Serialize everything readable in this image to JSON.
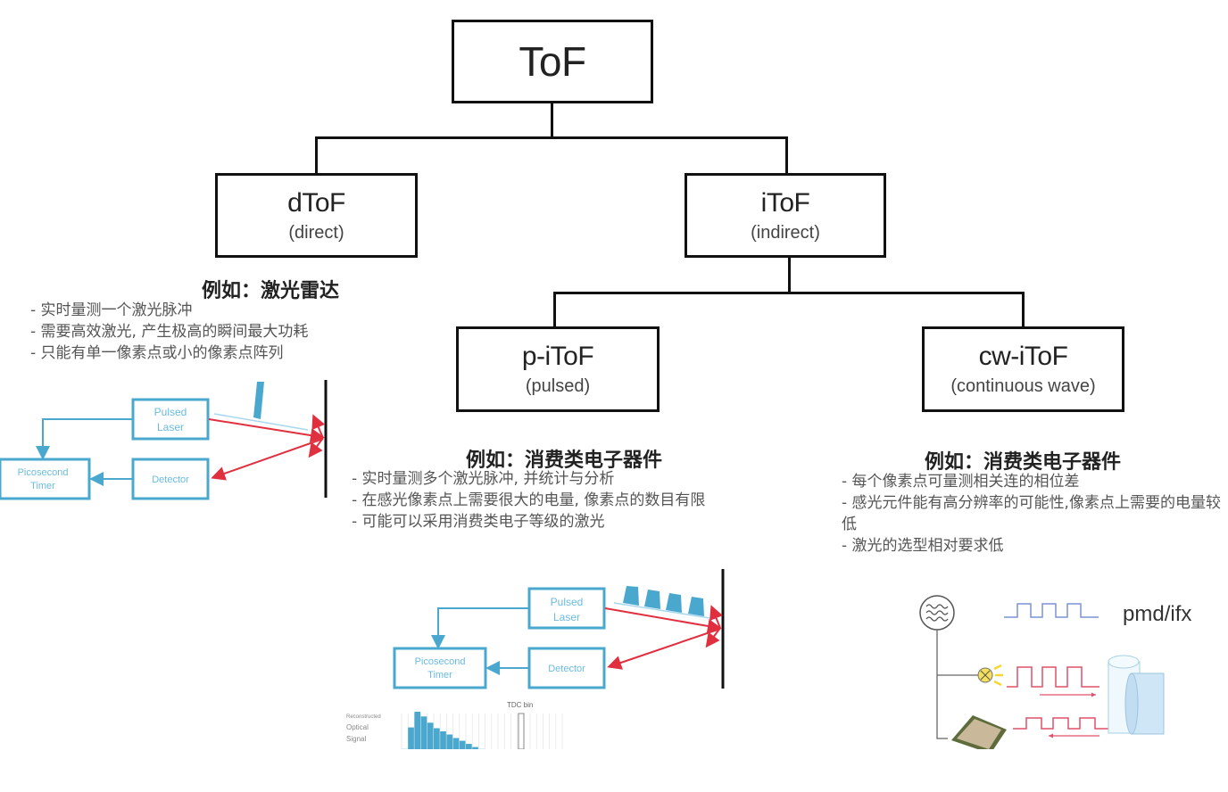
{
  "tree": {
    "root": {
      "title": "ToF"
    },
    "dtof": {
      "title": "dToF",
      "subtitle": "(direct)"
    },
    "itof": {
      "title": "iToF",
      "subtitle": "(indirect)"
    },
    "pitof": {
      "title": "p-iToF",
      "subtitle": "(pulsed)"
    },
    "cwitof": {
      "title": "cw-iToF",
      "subtitle": "(continuous wave)"
    }
  },
  "sections": {
    "dtof": {
      "example_title": "例如：激光雷达",
      "bullets": [
        "- 实时量测一个激光脉冲",
        "- 需要高效激光, 产生极高的瞬间最大功耗",
        "- 只能有单一像素点或小的像素点阵列"
      ]
    },
    "pitof": {
      "example_title": "例如：消费类电子器件",
      "bullets": [
        "- 实时量测多个激光脉冲, 并统计与分析",
        "- 在感光像素点上需要很大的电量, 像素点的数目有限",
        "- 可能可以采用消费类电子等级的激光"
      ]
    },
    "cwitof": {
      "example_title": "例如：消费类电子器件",
      "bullets": [
        "- 每个像素点可量测相关连的相位差",
        "- 感光元件能有高分辨率的可能性,像素点上需要的电量较低",
        "- 激光的选型相对要求低"
      ]
    }
  },
  "diagrams": {
    "dtof": {
      "laser_label_1": "Pulsed",
      "laser_label_2": "Laser",
      "timer_label_1": "Picosecond",
      "timer_label_2": "Timer",
      "detector_label": "Detector"
    },
    "pitof": {
      "laser_label_1": "Pulsed",
      "laser_label_2": "Laser",
      "timer_label_1": "Picosecond",
      "timer_label_2": "Timer",
      "detector_label": "Detector",
      "histogram": {
        "ylabel_1": "Reconstructed",
        "ylabel_2": "Optical",
        "ylabel_3": "Signal",
        "marker_label": "TDC bin",
        "values": [
          0.05,
          0.6,
          1.0,
          0.88,
          0.72,
          0.58,
          0.5,
          0.42,
          0.33,
          0.26,
          0.18,
          0.1,
          0.05
        ]
      }
    },
    "cwitof": {
      "label": "pmd/ifx"
    }
  },
  "colors": {
    "diagram_blue": "#4aa8cf",
    "beam_red": "#e03040",
    "ref_wave": "#7b93d6",
    "line": "#111111"
  }
}
